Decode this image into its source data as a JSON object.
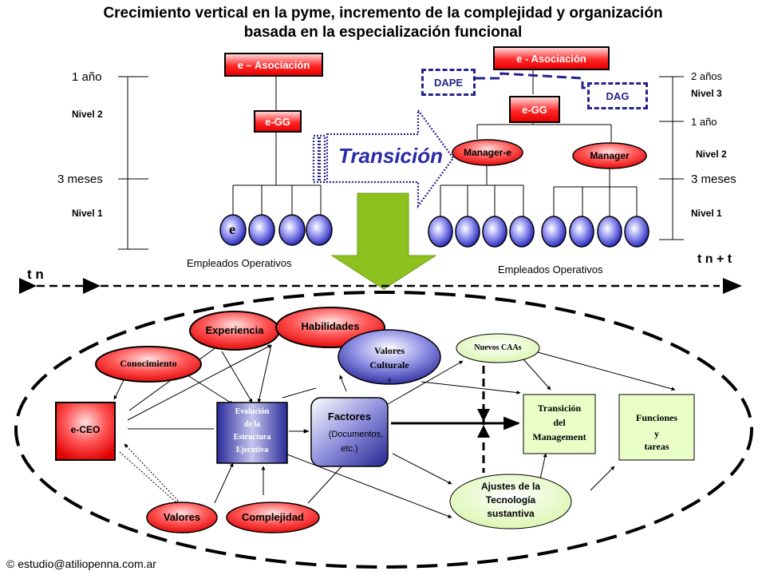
{
  "title_line1": "Crecimiento vertical en la pyme, incremento de la complejidad y organización",
  "title_line2": "basada en la especialización funcional",
  "left_org": {
    "top_box": "e – Asociación",
    "gg_box": "e-GG",
    "first_employee_label": "e",
    "employees_label": "Empleados Operativos"
  },
  "right_org": {
    "top_box": "e - Asociación",
    "gg_box": "e-GG",
    "dape_box": "DAPE",
    "dag_box": "DAG",
    "manager_e": "Manager-e",
    "manager": "Manager",
    "employees_label": "Empleados Operativos"
  },
  "left_scale": {
    "top": "1 año",
    "level2": "Nivel 2",
    "mid": "3 meses",
    "level1": "Nivel 1"
  },
  "right_scale": {
    "top": "2 años",
    "level3": "Nivel 3",
    "upper_mid": "1 año",
    "level2": "Nivel 2",
    "mid": "3 meses",
    "level1": "Nivel 1"
  },
  "transition_label": "Transición",
  "timeline": {
    "start": "t n",
    "end": "t n + t"
  },
  "model": {
    "experiencia": "Experiencia",
    "habilidades": "Habilidades",
    "conocimiento": "Conocimiento",
    "valores_culturales_l1": "Valores",
    "valores_culturales_l2": "Culturale",
    "valores_culturales_l3": "s",
    "nuevos_caas": "Nuevos CAAs",
    "ceo": "e-CEO",
    "evolucion_l1": "Evolución",
    "evolucion_l2": "de la",
    "evolucion_l3": "Estructura",
    "evolucion_l4": "Ejecutiva",
    "factores_l1": "Factores",
    "factores_l2": "(Documentos,",
    "factores_l3": "etc.)",
    "transicion_l1": "Transición",
    "transicion_l2": "del",
    "transicion_l3": "Management",
    "funciones_l1": "Funciones",
    "funciones_l2": "y",
    "funciones_l3": "tareas",
    "ajustes_l1": "Ajustes de la",
    "ajustes_l2": "Tecnología",
    "ajustes_l3": "sustantiva",
    "valores": "Valores",
    "complejidad": "Complejidad"
  },
  "footer": "© estudio@atiliopenna.com.ar",
  "colors": {
    "red": "#ff2020",
    "navy": "#24248c",
    "green_arrow": "#8cc11e",
    "light_green": "#eaffc8",
    "blue_circle": "#3f3fd0"
  }
}
